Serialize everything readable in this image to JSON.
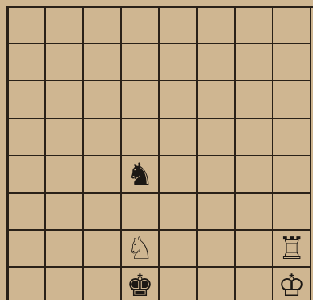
{
  "board": {
    "files": 8,
    "ranks": 8,
    "light_color": "#cfb691",
    "line_color": "#2a2118",
    "pieces": [
      {
        "id": "black-knight-d4",
        "glyph": "♞",
        "color": "black",
        "piece": "knight",
        "square": "d4"
      },
      {
        "id": "white-knight-d2",
        "glyph": "♘",
        "color": "white",
        "piece": "knight",
        "square": "d2"
      },
      {
        "id": "black-king-d1",
        "glyph": "♚",
        "color": "black",
        "piece": "king",
        "square": "d1"
      },
      {
        "id": "white-rook-h2",
        "glyph": "♖",
        "color": "white",
        "piece": "rook",
        "square": "h2"
      },
      {
        "id": "white-king-h1",
        "glyph": "♔",
        "color": "white",
        "piece": "king",
        "square": "h1"
      }
    ]
  }
}
